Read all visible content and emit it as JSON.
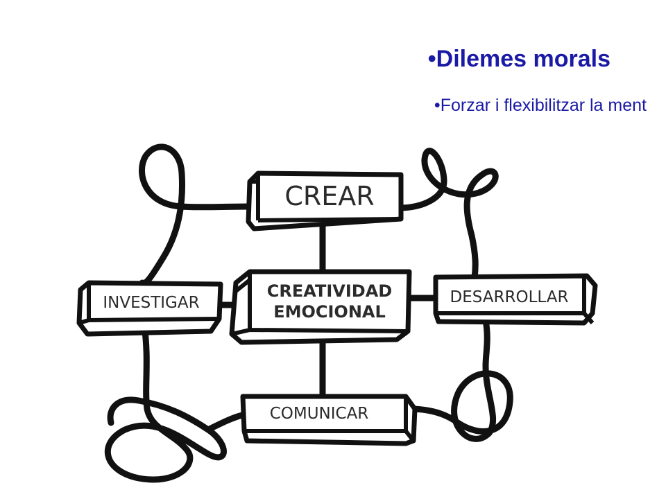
{
  "slide": {
    "bullets": [
      {
        "marker": "•",
        "text": "Dilemes morals"
      },
      {
        "marker": "•",
        "text": "Forzar i flexibilitzar  la ment"
      }
    ]
  },
  "diagram": {
    "line_color": "#111111",
    "text_color": "#1a1aa6",
    "boxes": {
      "crear": "CREAR",
      "center_line1": "CREATIVIDAD",
      "center_line2": "EMOCIONAL",
      "investigar": "INVESTIGAR",
      "desarrollar": "DESARROLLAR",
      "comunicar": "COMUNICAR"
    }
  }
}
